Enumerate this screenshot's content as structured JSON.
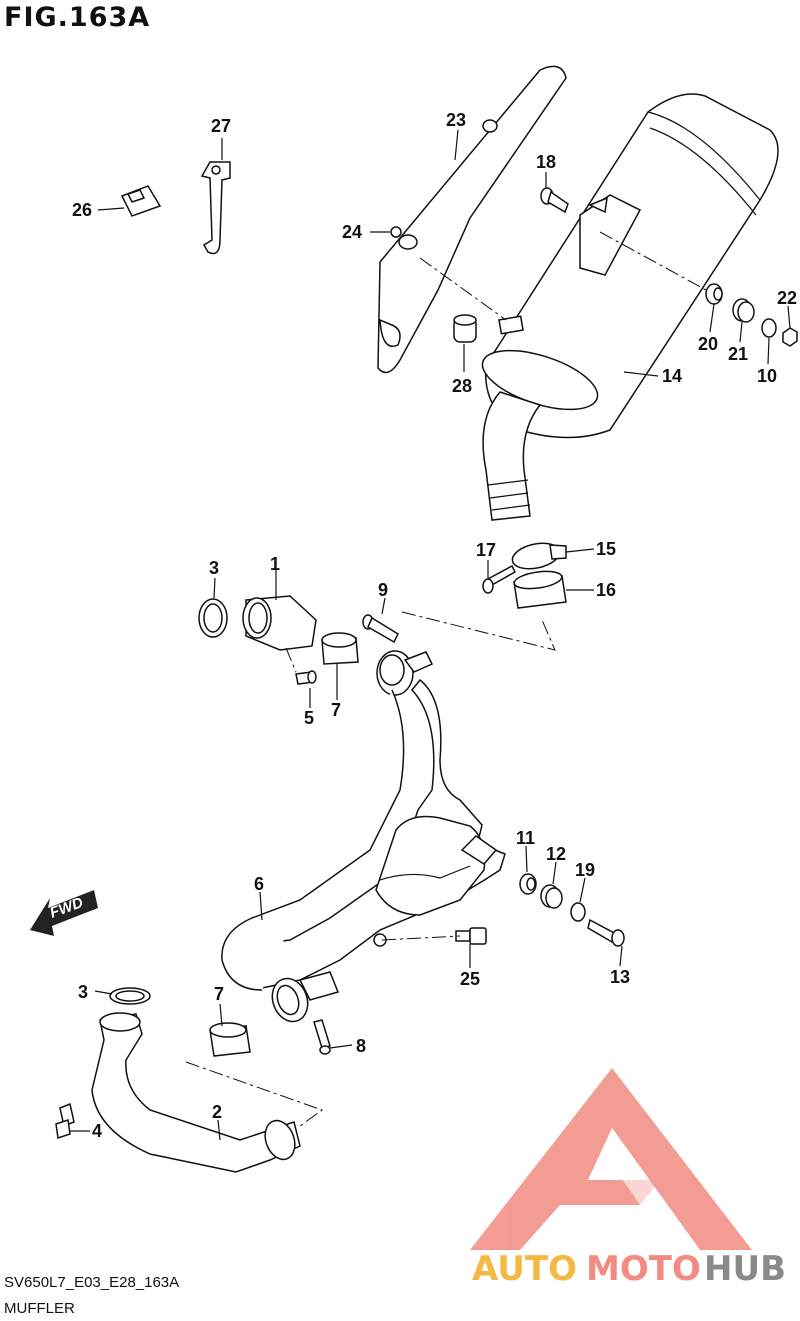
{
  "figure": {
    "title": "FIG.163A",
    "code": "SV650L7_E03_E28_163A",
    "section": "MUFFLER"
  },
  "fwd_label": "FWD",
  "watermark": {
    "word1": "AUTO",
    "word2": "MOTO",
    "word3": "HUB",
    "colors": {
      "auto": "#f4b942",
      "moto": "#f28b82",
      "hub": "#8a8a8a",
      "triangle": "#f28b82"
    }
  },
  "callouts": [
    {
      "id": "c27",
      "text": "27"
    },
    {
      "id": "c23",
      "text": "23"
    },
    {
      "id": "c26",
      "text": "26"
    },
    {
      "id": "c18",
      "text": "18"
    },
    {
      "id": "c24",
      "text": "24"
    },
    {
      "id": "c22",
      "text": "22"
    },
    {
      "id": "c20",
      "text": "20"
    },
    {
      "id": "c21",
      "text": "21"
    },
    {
      "id": "c10",
      "text": "10"
    },
    {
      "id": "c28",
      "text": "28"
    },
    {
      "id": "c14",
      "text": "14"
    },
    {
      "id": "c17",
      "text": "17"
    },
    {
      "id": "c15",
      "text": "15"
    },
    {
      "id": "c16",
      "text": "16"
    },
    {
      "id": "c3a",
      "text": "3"
    },
    {
      "id": "c1",
      "text": "1"
    },
    {
      "id": "c9",
      "text": "9"
    },
    {
      "id": "c5",
      "text": "5"
    },
    {
      "id": "c7a",
      "text": "7"
    },
    {
      "id": "c11",
      "text": "11"
    },
    {
      "id": "c12",
      "text": "12"
    },
    {
      "id": "c19",
      "text": "19"
    },
    {
      "id": "c6",
      "text": "6"
    },
    {
      "id": "c13",
      "text": "13"
    },
    {
      "id": "c25",
      "text": "25"
    },
    {
      "id": "c3b",
      "text": "3"
    },
    {
      "id": "c7b",
      "text": "7"
    },
    {
      "id": "c8",
      "text": "8"
    },
    {
      "id": "c2",
      "text": "2"
    },
    {
      "id": "c4",
      "text": "4"
    }
  ]
}
